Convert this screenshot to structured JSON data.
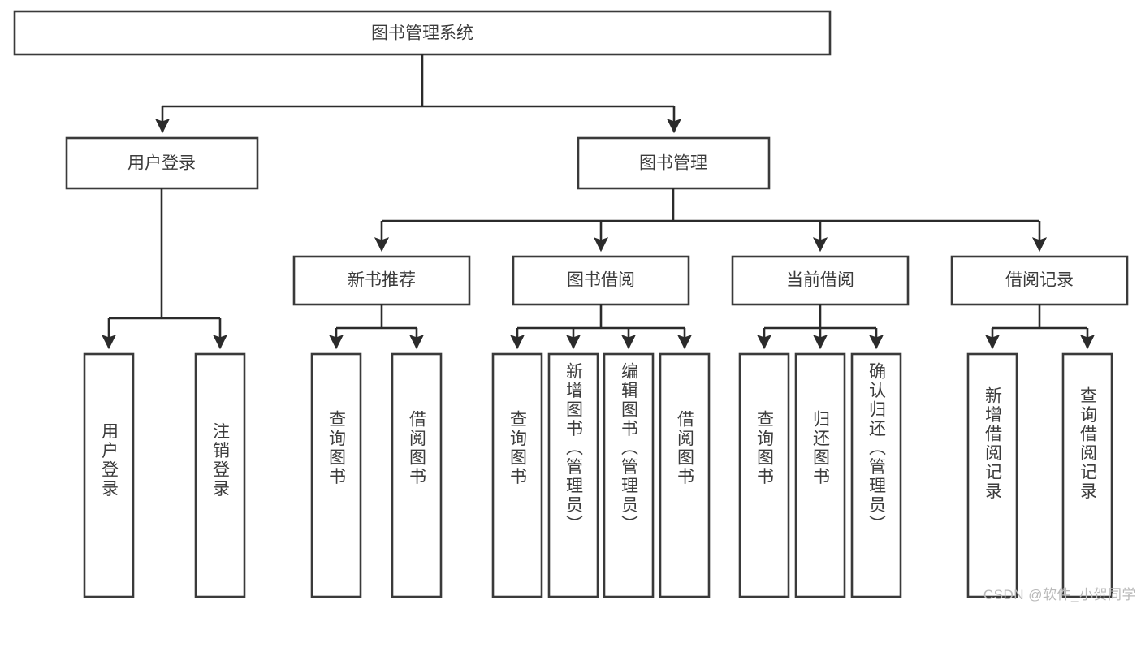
{
  "diagram": {
    "type": "tree-hierarchy-chart",
    "title": "图书管理系统",
    "colors": {
      "box_border": "#3a3a3a",
      "connector": "#2b2b2b",
      "text": "#3c3c3c",
      "background": "#ffffff",
      "watermark": "#b9b9b9"
    },
    "root": {
      "label": "图书管理系统"
    },
    "level1": [
      {
        "label": "用户登录"
      },
      {
        "label": "图书管理"
      }
    ],
    "level2": [
      {
        "label": "新书推荐"
      },
      {
        "label": "图书借阅"
      },
      {
        "label": "当前借阅"
      },
      {
        "label": "借阅记录"
      }
    ],
    "leaves": {
      "user_login": [
        {
          "label": "用户登录"
        },
        {
          "label": "注销登录"
        }
      ],
      "new_book_recommend": [
        {
          "label": "查询图书"
        },
        {
          "label": "借阅图书"
        }
      ],
      "book_borrow": [
        {
          "label": "查询图书"
        },
        {
          "label": "新增图书（管理员）"
        },
        {
          "label": "编辑图书（管理员）"
        },
        {
          "label": "借阅图书"
        }
      ],
      "current_borrow": [
        {
          "label": "查询图书"
        },
        {
          "label": "归还图书"
        },
        {
          "label": "确认归还（管理员）"
        }
      ],
      "borrow_record": [
        {
          "label": "新增借阅记录"
        },
        {
          "label": "查询借阅记录"
        }
      ]
    }
  },
  "watermark": {
    "text": "CSDN @软件_小贺同学"
  }
}
